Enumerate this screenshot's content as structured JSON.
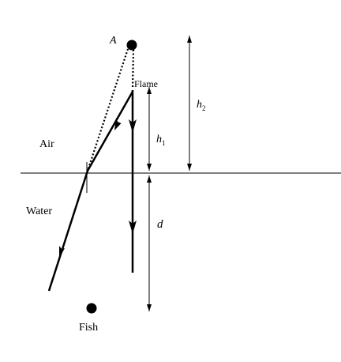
{
  "labels": {
    "point_a": "A",
    "flame": "Flame",
    "h2_main": "h",
    "h2_sub": "2",
    "h1_main": "h",
    "h1_sub": "1",
    "d": "d",
    "air": "Air",
    "water": "Water",
    "fish": "Fish"
  }
}
